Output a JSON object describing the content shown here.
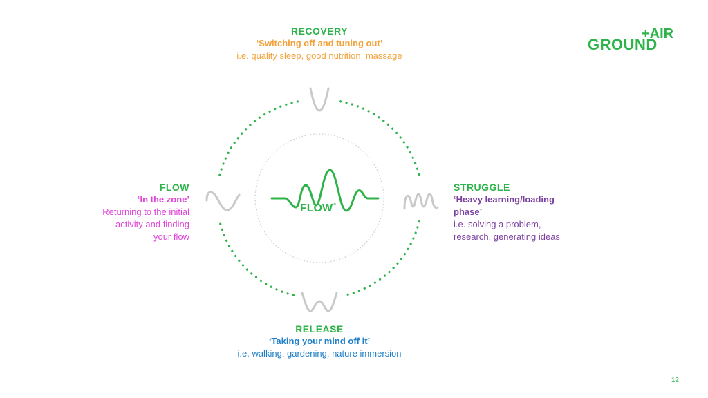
{
  "colors": {
    "green": "#2db34a",
    "orange": "#f2a23a",
    "purple": "#7b3fa0",
    "blue": "#1e7fc8",
    "magenta": "#e042d8",
    "wave_grey": "#c9c9c9"
  },
  "logo": {
    "main": "GROUND",
    "superscript": "+AIR"
  },
  "recovery": {
    "heading": "RECOVERY",
    "subtitle": "‘Switching off and tuning out’",
    "description": "i.e. quality sleep, good nutrition, massage"
  },
  "struggle": {
    "heading": "STRUGGLE",
    "subtitle_line1": "‘Heavy learning/loading",
    "subtitle_line2": "phase’",
    "description_line1": "i.e. solving a problem,",
    "description_line2": "research, generating ideas"
  },
  "release": {
    "heading": "RELEASE",
    "subtitle": "‘Taking your mind off it’",
    "description": "i.e. walking, gardening, nature immersion"
  },
  "flow": {
    "heading": "FLOW",
    "subtitle": "‘In the zone’",
    "description_line1": "Returning to the initial",
    "description_line2": "activity and finding",
    "description_line3": "your flow"
  },
  "center": {
    "label": "FLOW",
    "trademark": "™"
  },
  "icons": {
    "recovery": "v-wave-icon",
    "struggle": "rapid-wave-icon",
    "release": "w-wave-icon",
    "flow": "s-wave-icon",
    "center": "flow-wave-icon"
  },
  "page_number": "12"
}
